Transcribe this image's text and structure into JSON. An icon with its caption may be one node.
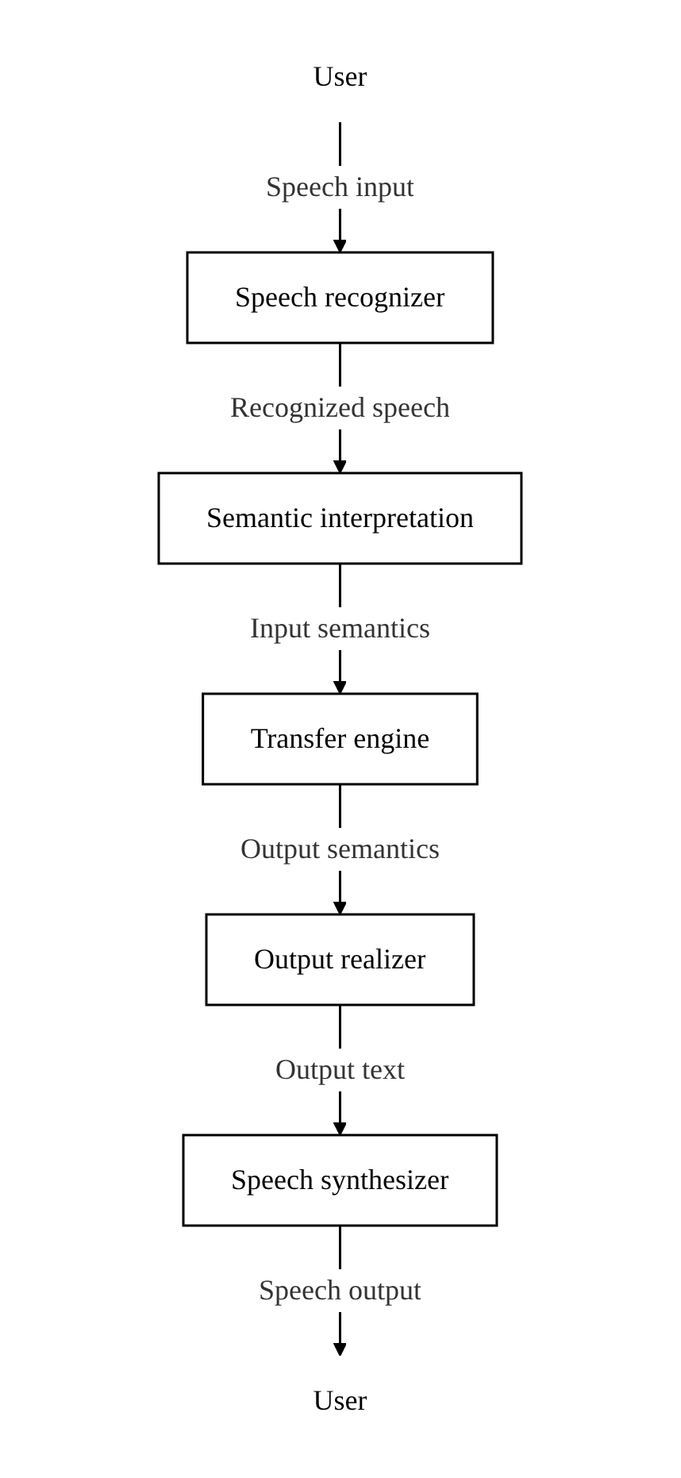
{
  "diagram": {
    "nodes": [
      {
        "text": [
          "User"
        ]
      },
      {
        "text": [
          "Speech recognizer"
        ]
      },
      {
        "text": [
          "Semantic interpretation"
        ]
      },
      {
        "text": [
          "Transfer engine"
        ]
      },
      {
        "text": [
          "Output realizer"
        ]
      },
      {
        "text": [
          "Speech synthesizer"
        ]
      },
      {
        "text": [
          "User"
        ]
      }
    ],
    "edges": [
      {
        "from": 0,
        "to": 1,
        "arrow": "to",
        "label": "Speech input"
      },
      {
        "from": 1,
        "to": 2,
        "arrow": "to",
        "label": "Recognized speech"
      },
      {
        "from": 2,
        "to": 3,
        "arrow": "to",
        "label": "Input semantics"
      },
      {
        "from": 3,
        "to": 4,
        "arrow": "to",
        "label": "Output semantics"
      },
      {
        "from": 4,
        "to": 5,
        "arrow": "to",
        "label": "Output text"
      },
      {
        "from": 5,
        "to": 6,
        "arrow": "to",
        "label": "Speech output"
      }
    ]
  }
}
